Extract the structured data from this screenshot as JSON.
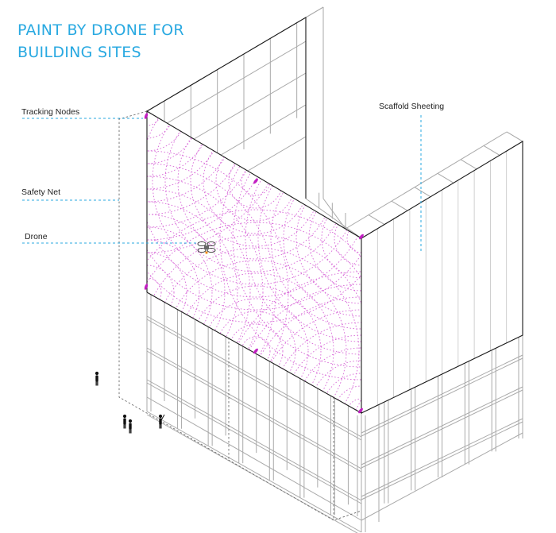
{
  "title": {
    "line1": "PAINT BY DRONE FOR",
    "line2": "BUILDING SITES"
  },
  "labels": {
    "tracking_nodes": "Tracking Nodes",
    "safety_net": "Safety Net",
    "drone": "Drone",
    "scaffold_sheeting": "Scaffold Sheeting"
  },
  "colors": {
    "title": "#29a9e1",
    "leader_line": "#29a9e1",
    "node": "#c21fc2",
    "wave": "#d86ad8",
    "frame": "#a9a9a9",
    "edge": "#1a1a1a"
  },
  "icons": {
    "drone": "quadcopter-icon",
    "node": "tracking-node-icon",
    "person": "person-silhouette-icon"
  }
}
